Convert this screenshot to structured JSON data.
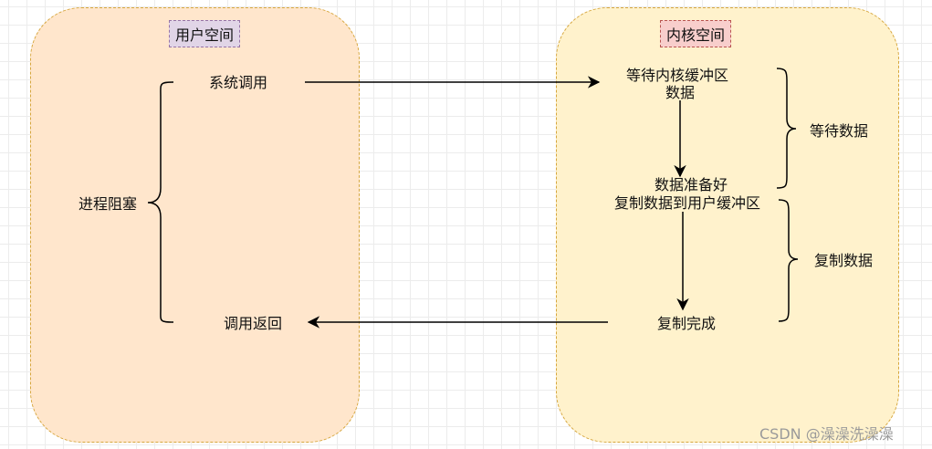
{
  "user_space": {
    "title": "用户空间",
    "syscall": "系统调用",
    "blocked": "进程阻塞",
    "return": "调用返回"
  },
  "kernel_space": {
    "title": "内核空间",
    "wait_line1": "等待内核缓冲区",
    "wait_line2": "数据",
    "ready": "数据准备好",
    "copy_to_user": "复制数据到用户缓冲区",
    "copy_done": "复制完成",
    "wait_data": "等待数据",
    "copy_data": "复制数据"
  },
  "watermark": "CSDN @澡澡洗澡澡",
  "colors": {
    "user_panel": "#ffe6cc",
    "kernel_panel": "#fff2cc",
    "panel_border": "#d6a63d",
    "user_tag": "#e1d5e7",
    "kernel_tag": "#f8cecc"
  }
}
